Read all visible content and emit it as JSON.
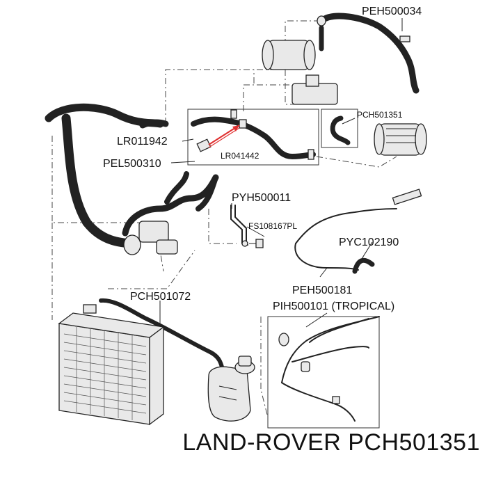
{
  "labels": {
    "peh500034": "PEH500034",
    "lr011942": "LR011942",
    "lr041442": "LR041442",
    "pch501351": "PCH501351",
    "pel500310": "PEL500310",
    "pyh500011": "PYH500011",
    "fs108167pl": "FS108167PL",
    "pyc102190": "PYC102190",
    "peh500181": "PEH500181",
    "pch501072": "PCH501072",
    "pih500101": "PIH500101 (TROPICAL)"
  },
  "footer": {
    "text": "LAND-ROVER PCH501351"
  },
  "colors": {
    "highlight_arrow": "#e03030",
    "line": "#222222"
  }
}
